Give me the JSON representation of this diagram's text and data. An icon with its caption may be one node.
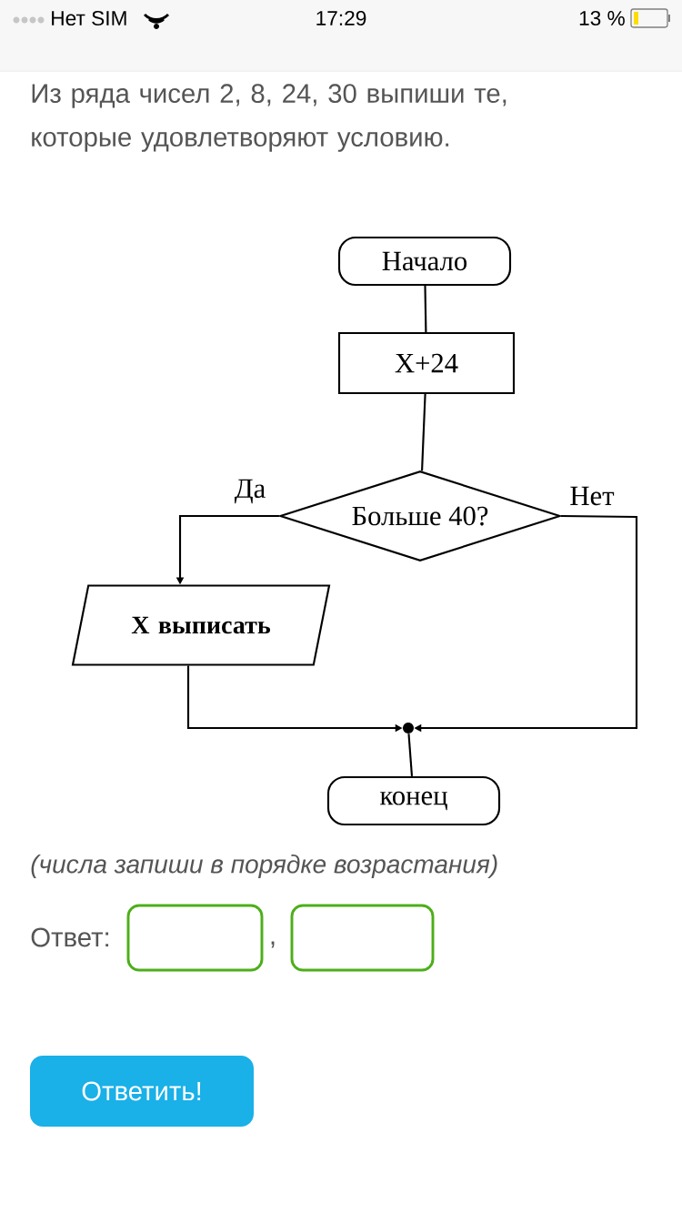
{
  "diagram": {
    "title": "Из ряда чисел 2, 8, 24, 30 выпиши те, которые удовлетворяют условию.",
    "nodes": [
      {
        "text": [
          "Начало"
        ]
      },
      {
        "text": [
          "X+24"
        ]
      },
      {
        "text": [
          "Больше 40?"
        ]
      },
      {
        "text": [
          "X выписать"
        ]
      },
      {
        "text": [],
        "shape": "circle"
      },
      {
        "text": [
          "конец"
        ]
      },
      {
        "text": [
          "Ответить!"
        ]
      }
    ],
    "edges": [
      {
        "from": 0,
        "to": 1,
        "arrow": "none"
      },
      {
        "from": 1,
        "to": 2,
        "arrow": "none"
      },
      {
        "from": 2,
        "to": 3,
        "arrow": "to",
        "label": "Да"
      },
      {
        "from": 2,
        "to": 4,
        "arrow": "to",
        "label": "Нет"
      },
      {
        "from": 3,
        "to": 4,
        "arrow": "to"
      },
      {
        "from": 4,
        "to": 5,
        "arrow": "none"
      }
    ],
    "labels": [
      "Нет SIM",
      "17:29",
      "13 %",
      "(числа запиши в порядке возрастания)",
      "Ответ:",
      ","
    ]
  }
}
